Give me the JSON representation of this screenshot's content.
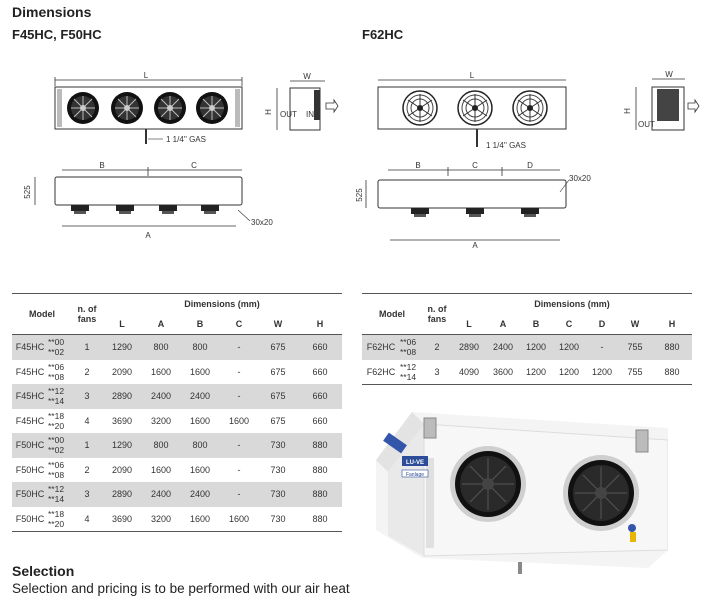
{
  "heading": "Dimensions",
  "left_models": "F45HC, F50HC",
  "right_models": "F62HC",
  "drawing_labels": {
    "L": "L",
    "W": "W",
    "H": "H",
    "A": "A",
    "B": "B",
    "C": "C",
    "D": "D",
    "gas": "1 1/4'' GAS",
    "out": "OUT",
    "in": "IN",
    "dim_525": "525",
    "dim_30x20": "30x20"
  },
  "table_headers": {
    "model": "Model",
    "fans": "n. of fans",
    "dimensions": "Dimensions (mm)",
    "cols": [
      "L",
      "A",
      "B",
      "C",
      "W",
      "H"
    ],
    "cols_right": [
      "L",
      "A",
      "B",
      "C",
      "D",
      "W",
      "H"
    ]
  },
  "left_table": [
    {
      "model": "F45HC",
      "codes": [
        "**00",
        "**02"
      ],
      "fans": "1",
      "L": "1290",
      "A": "800",
      "B": "800",
      "C": "-",
      "W": "675",
      "H": "660"
    },
    {
      "model": "F45HC",
      "codes": [
        "**06",
        "**08"
      ],
      "fans": "2",
      "L": "2090",
      "A": "1600",
      "B": "1600",
      "C": "-",
      "W": "675",
      "H": "660"
    },
    {
      "model": "F45HC",
      "codes": [
        "**12",
        "**14"
      ],
      "fans": "3",
      "L": "2890",
      "A": "2400",
      "B": "2400",
      "C": "-",
      "W": "675",
      "H": "660"
    },
    {
      "model": "F45HC",
      "codes": [
        "**18",
        "**20"
      ],
      "fans": "4",
      "L": "3690",
      "A": "3200",
      "B": "1600",
      "C": "1600",
      "W": "675",
      "H": "660"
    },
    {
      "model": "F50HC",
      "codes": [
        "**00",
        "**02"
      ],
      "fans": "1",
      "L": "1290",
      "A": "800",
      "B": "800",
      "C": "-",
      "W": "730",
      "H": "880"
    },
    {
      "model": "F50HC",
      "codes": [
        "**06",
        "**08"
      ],
      "fans": "2",
      "L": "2090",
      "A": "1600",
      "B": "1600",
      "C": "-",
      "W": "730",
      "H": "880"
    },
    {
      "model": "F50HC",
      "codes": [
        "**12",
        "**14"
      ],
      "fans": "3",
      "L": "2890",
      "A": "2400",
      "B": "2400",
      "C": "-",
      "W": "730",
      "H": "880"
    },
    {
      "model": "F50HC",
      "codes": [
        "**18",
        "**20"
      ],
      "fans": "4",
      "L": "3690",
      "A": "3200",
      "B": "1600",
      "C": "1600",
      "W": "730",
      "H": "880"
    }
  ],
  "right_table": [
    {
      "model": "F62HC",
      "codes": [
        "**06",
        "**08"
      ],
      "fans": "2",
      "L": "2890",
      "A": "2400",
      "B": "1200",
      "C": "1200",
      "D": "-",
      "W": "755",
      "H": "880"
    },
    {
      "model": "F62HC",
      "codes": [
        "**12",
        "**14"
      ],
      "fans": "3",
      "L": "4090",
      "A": "3600",
      "B": "1200",
      "C": "1200",
      "D": "1200",
      "W": "755",
      "H": "880"
    }
  ],
  "product_badge": "LU-VE",
  "product_brand": "Fanlage",
  "selection_title": "Selection",
  "selection_text": "Selection and pricing is to be performed with our air heat"
}
